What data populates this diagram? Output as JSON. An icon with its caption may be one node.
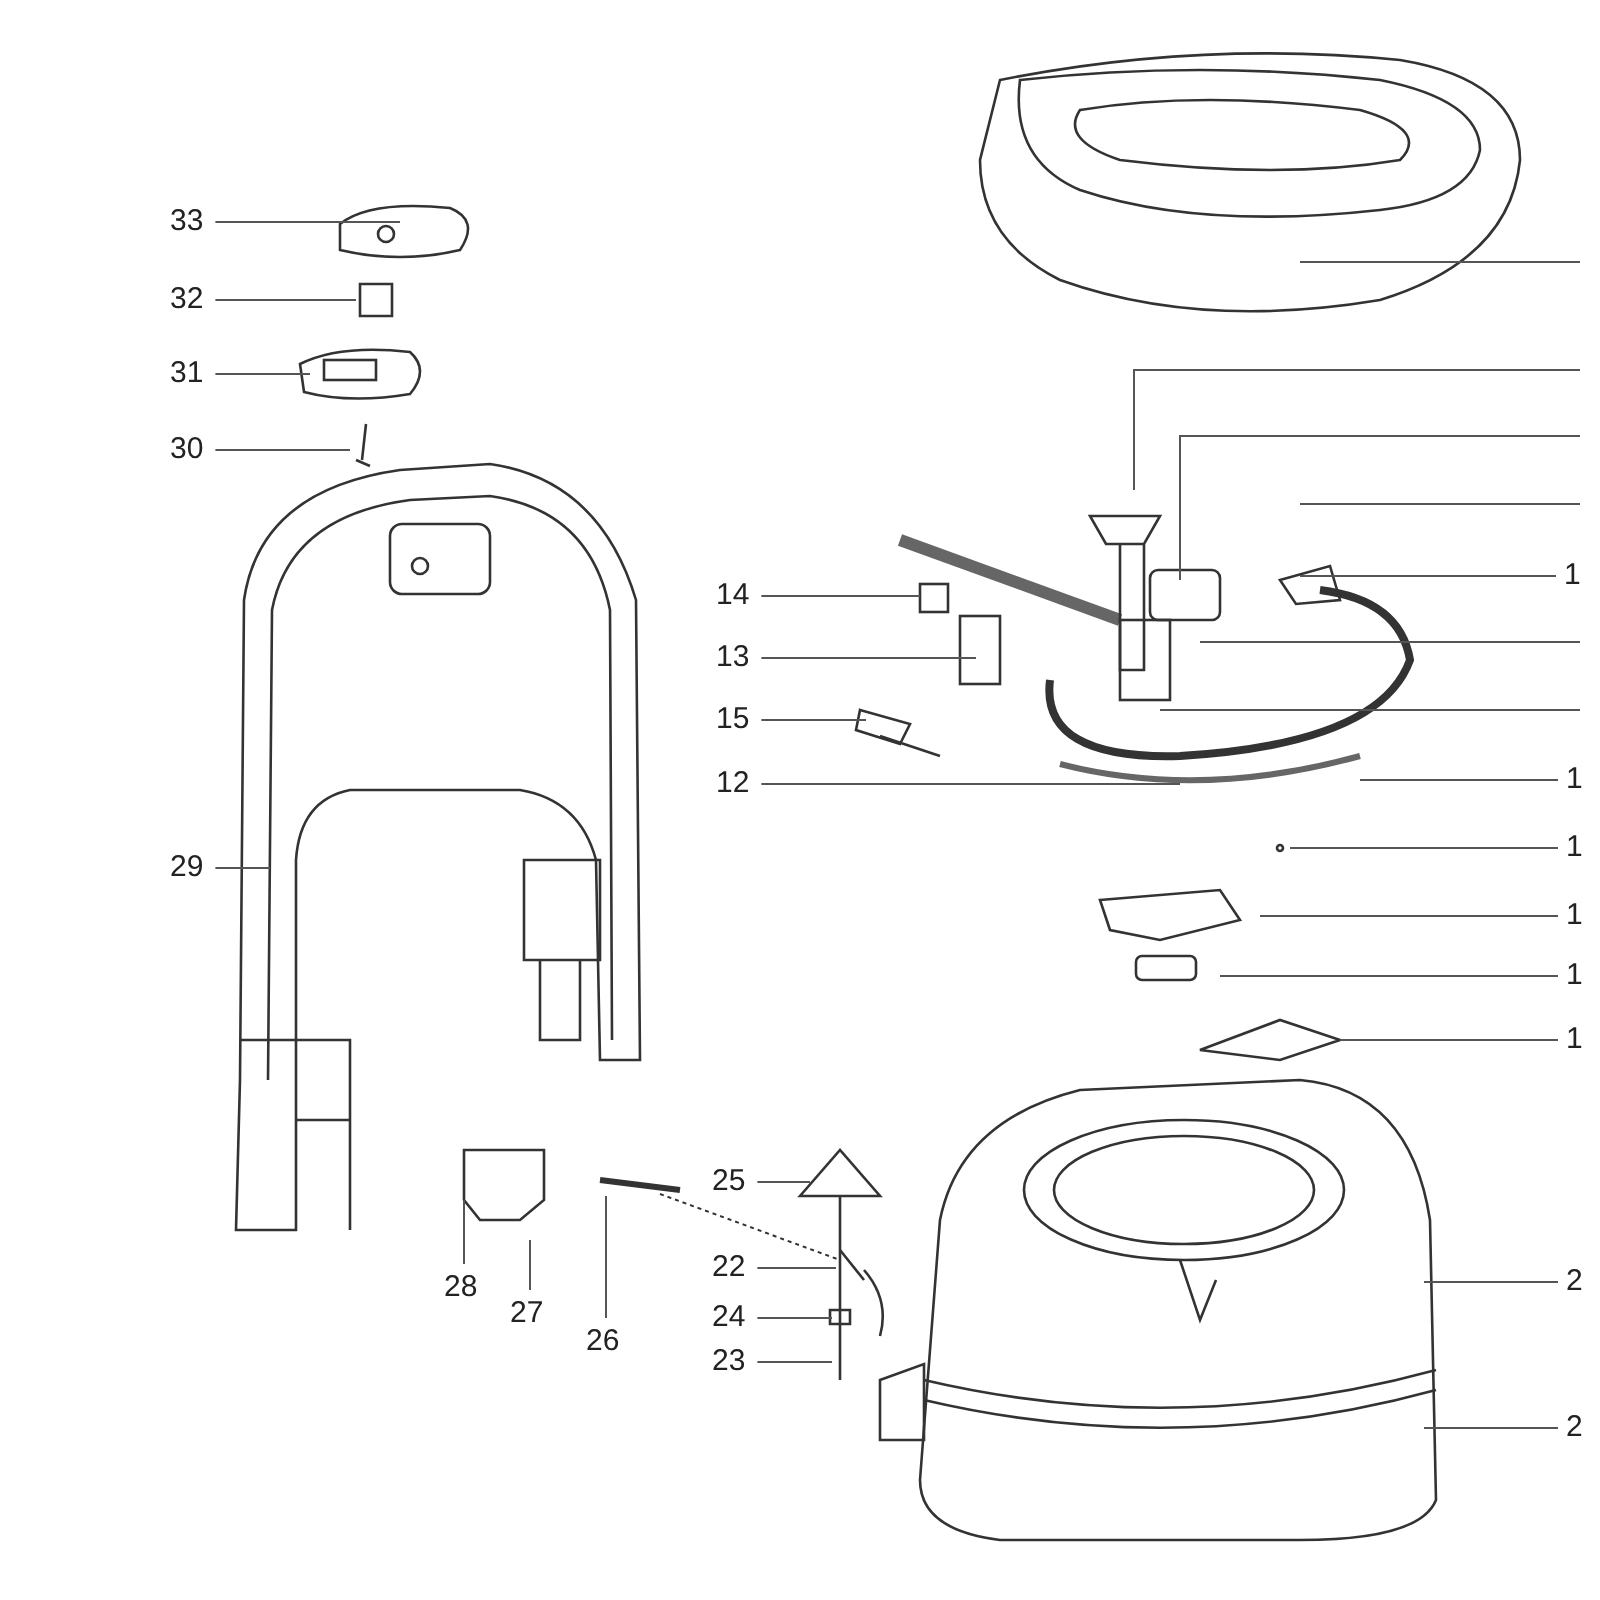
{
  "diagram": {
    "nodes": [
      {
        "text": [
          "33"
        ]
      },
      {
        "text": [
          "32"
        ]
      },
      {
        "text": [
          "31"
        ]
      },
      {
        "text": [
          "30"
        ]
      },
      {
        "text": [
          "29"
        ]
      },
      {
        "text": [
          "14"
        ]
      },
      {
        "text": [
          "13"
        ]
      },
      {
        "text": [
          "15"
        ]
      },
      {
        "text": [
          "12"
        ]
      },
      {
        "text": [
          "25"
        ]
      },
      {
        "text": [
          "22"
        ]
      },
      {
        "text": [
          "24"
        ]
      },
      {
        "text": [
          "23"
        ]
      },
      {
        "text": [
          "28"
        ]
      },
      {
        "text": [
          "27"
        ]
      },
      {
        "text": [
          "26"
        ]
      },
      {
        "text": [
          "1"
        ]
      },
      {
        "text": [
          "1"
        ]
      },
      {
        "text": [
          "1"
        ]
      },
      {
        "text": [
          "1"
        ]
      },
      {
        "text": [
          "1"
        ]
      },
      {
        "text": [
          "1"
        ]
      },
      {
        "text": [
          "2"
        ]
      },
      {
        "text": [
          "2"
        ]
      }
    ],
    "edges": [
      {
        "from": 0,
        "to": null,
        "arrow": "none"
      },
      {
        "from": 1,
        "to": null,
        "arrow": "none"
      },
      {
        "from": 2,
        "to": null,
        "arrow": "none"
      },
      {
        "from": 3,
        "to": null,
        "arrow": "none"
      },
      {
        "from": 4,
        "to": null,
        "arrow": "none"
      },
      {
        "from": 5,
        "to": null,
        "arrow": "none"
      },
      {
        "from": 6,
        "to": null,
        "arrow": "none"
      },
      {
        "from": 7,
        "to": null,
        "arrow": "none"
      },
      {
        "from": 8,
        "to": null,
        "arrow": "none"
      },
      {
        "from": 9,
        "to": null,
        "arrow": "none"
      },
      {
        "from": 10,
        "to": null,
        "arrow": "none"
      },
      {
        "from": 11,
        "to": null,
        "arrow": "none"
      },
      {
        "from": 12,
        "to": null,
        "arrow": "none"
      },
      {
        "from": 13,
        "to": null,
        "arrow": "none"
      },
      {
        "from": 14,
        "to": null,
        "arrow": "none"
      },
      {
        "from": 15,
        "to": null,
        "arrow": "none"
      },
      {
        "from": 16,
        "to": null,
        "arrow": "none"
      },
      {
        "from": 17,
        "to": null,
        "arrow": "none"
      },
      {
        "from": 18,
        "to": null,
        "arrow": "none"
      },
      {
        "from": 19,
        "to": null,
        "arrow": "none"
      },
      {
        "from": 20,
        "to": null,
        "arrow": "none"
      },
      {
        "from": 21,
        "to": null,
        "arrow": "none"
      },
      {
        "from": 22,
        "to": null,
        "arrow": "none"
      },
      {
        "from": 23,
        "to": null,
        "arrow": "none"
      }
    ]
  }
}
